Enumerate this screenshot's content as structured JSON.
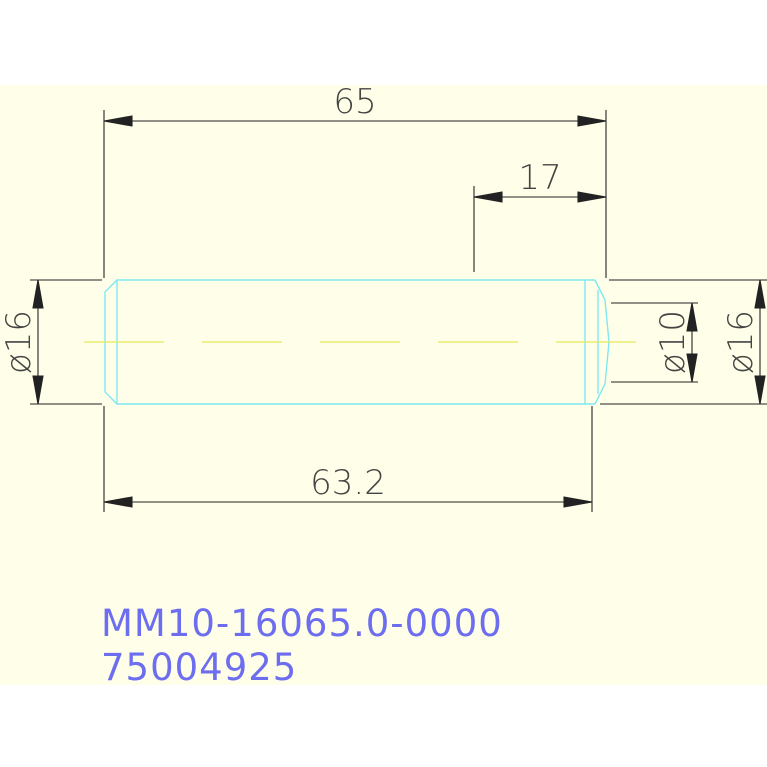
{
  "drawing": {
    "background_color": "#ffffe9",
    "part_color": "#7fe8f2",
    "centerline_color": "#e8e85a",
    "dimension_color": "#222222",
    "text_color": "#6d6df0",
    "icon": "none"
  },
  "dimensions": {
    "overall_length": "65",
    "step_length": "17",
    "body_length": "63.2",
    "diameter_left": "ø16",
    "diameter_step": "ø10",
    "diameter_right": "ø16"
  },
  "title_block": {
    "part_number": "MM10-16065.0-0000",
    "order_number": "75004925"
  }
}
